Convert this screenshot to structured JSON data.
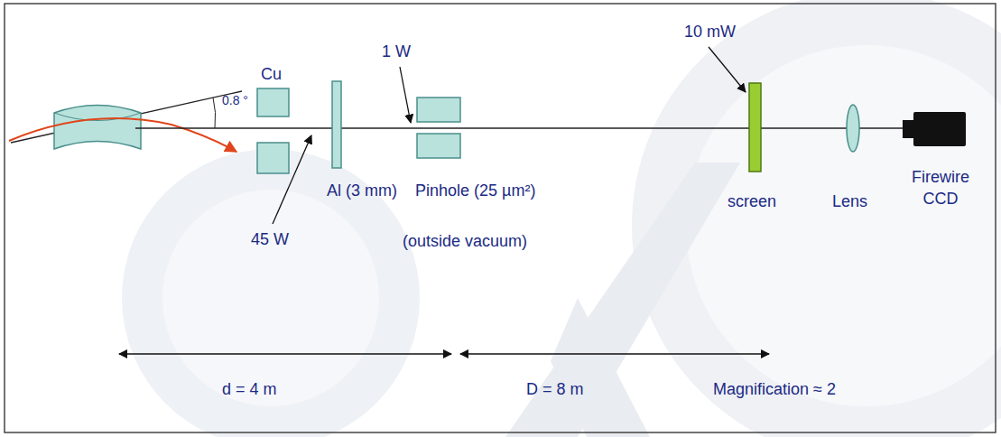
{
  "diagram": {
    "labels": [
      "Cu",
      "0.8 °",
      "1 W",
      "10 mW",
      "Al (3 mm)",
      "Pinhole (25 µm²)",
      "45 W",
      "(outside vacuum)",
      "screen",
      "Lens",
      "Firewire CCD",
      "d = 4 m",
      "D = 8 m",
      "Magnification ≈ 2"
    ]
  }
}
